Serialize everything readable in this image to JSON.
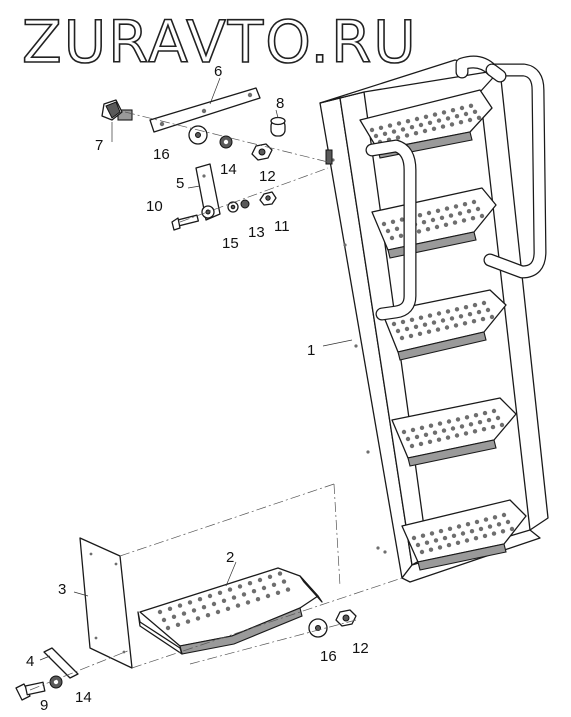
{
  "watermark": "ZURAVTO.RU",
  "callouts": {
    "c1": "1",
    "c2": "2",
    "c3": "3",
    "c4": "4",
    "c5": "5",
    "c6": "6",
    "c7": "7",
    "c8": "8",
    "c9": "9",
    "c10": "10",
    "c11": "11",
    "c12a": "12",
    "c12b": "12",
    "c13": "13",
    "c14a": "14",
    "c14b": "14",
    "c15": "15",
    "c16a": "16",
    "c16b": "16"
  }
}
